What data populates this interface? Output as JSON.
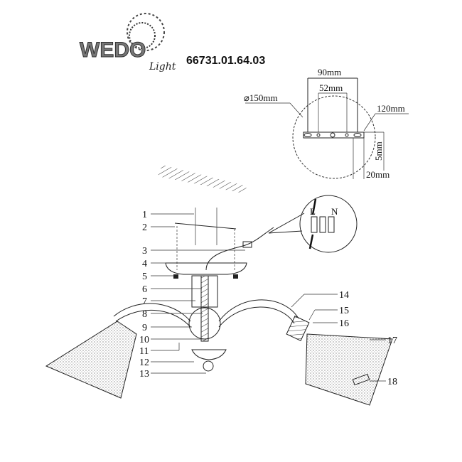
{
  "logo": {
    "brand": "WEDO",
    "sub": "Light"
  },
  "model_number": "66731.01.64.03",
  "mounting_detail": {
    "diameter": "⌀150mm",
    "outer_spacing": "90mm",
    "inner_spacing": "52mm",
    "bracket_length": "120mm",
    "height": "5mm",
    "width": "20mm"
  },
  "wiring_inset": {
    "live": "L",
    "neutral": "N"
  },
  "part_labels": [
    "1",
    "2",
    "3",
    "4",
    "5",
    "6",
    "7",
    "8",
    "9",
    "10",
    "11",
    "12",
    "13",
    "14",
    "15",
    "16",
    "17",
    "18"
  ]
}
